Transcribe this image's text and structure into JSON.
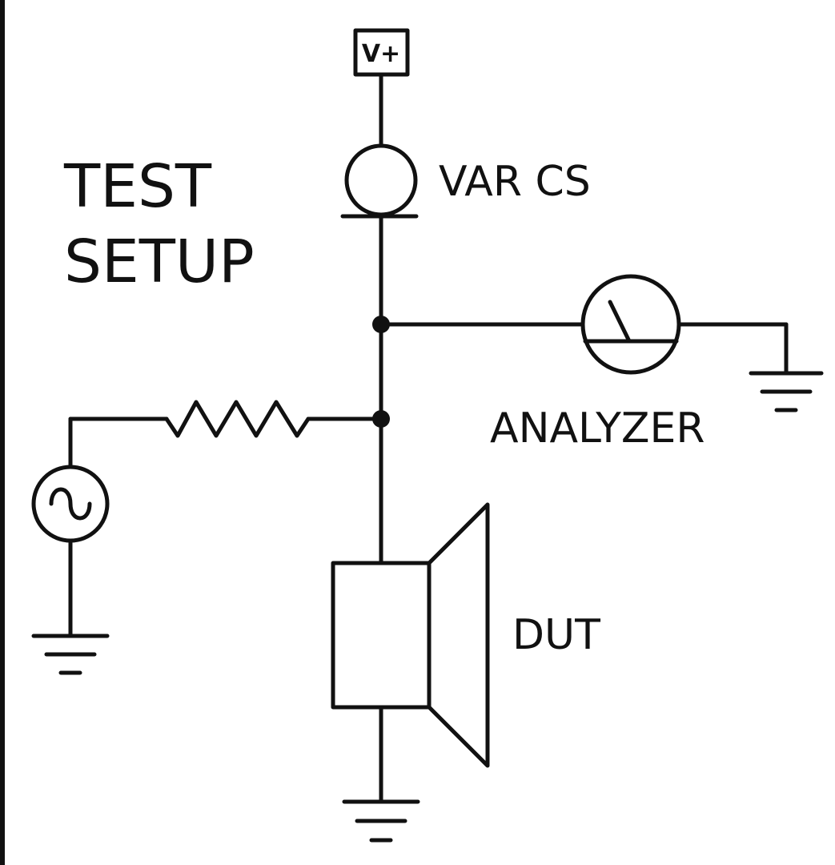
{
  "title_lines": [
    "TEST",
    "SETUP"
  ],
  "labels": {
    "supply": "V+",
    "current_source": "VAR CS",
    "analyzer": "ANALYZER",
    "dut": "DUT"
  },
  "components": [
    {
      "kind": "supply",
      "label_key": "supply"
    },
    {
      "kind": "variable-current-source",
      "label_key": "current_source"
    },
    {
      "kind": "analyzer-meter",
      "label_key": "analyzer"
    },
    {
      "kind": "resistor"
    },
    {
      "kind": "ac-signal-source"
    },
    {
      "kind": "speaker-dut",
      "label_key": "dut"
    },
    {
      "kind": "ground",
      "count": 3
    }
  ],
  "colors": {
    "ink": "#111111",
    "background": "#ffffff"
  }
}
